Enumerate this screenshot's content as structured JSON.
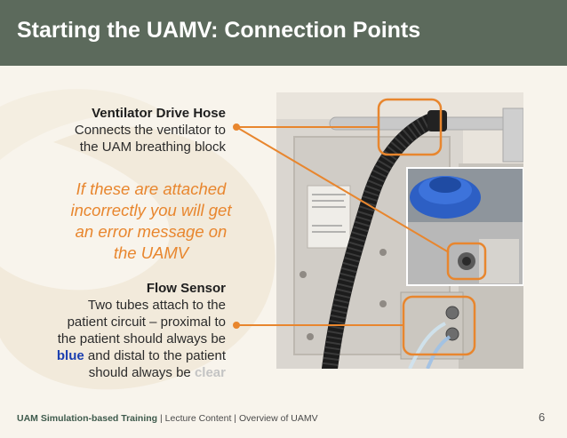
{
  "header": {
    "title": "Starting the UAMV: Connection Points"
  },
  "drive_hose": {
    "heading": "Ventilator Drive Hose",
    "line1": "Connects the ventilator to",
    "line2": "the UAM breathing block"
  },
  "warning": {
    "line1": "If these are attached",
    "line2": "incorrectly you will get",
    "line3": "an error message on",
    "line4": "the UAMV"
  },
  "flow_sensor": {
    "heading": "Flow Sensor",
    "line1": "Two tubes attach to the",
    "line2": "patient circuit – proximal to",
    "line3": "the patient should always be",
    "blue_word": "blue",
    "line4_rest": " and distal to the patient",
    "line5_start": "should always be ",
    "clear_word": "clear"
  },
  "footer": {
    "brand": "UAM Simulation-based Training",
    "rest": " | Lecture Content | Overview of UAMV",
    "page_number": "6"
  },
  "colors": {
    "title_bar": "#5c6a5c",
    "accent_orange": "#e8862e",
    "blue_emphasis": "#1b3fb0",
    "background": "#f8f4ec"
  }
}
